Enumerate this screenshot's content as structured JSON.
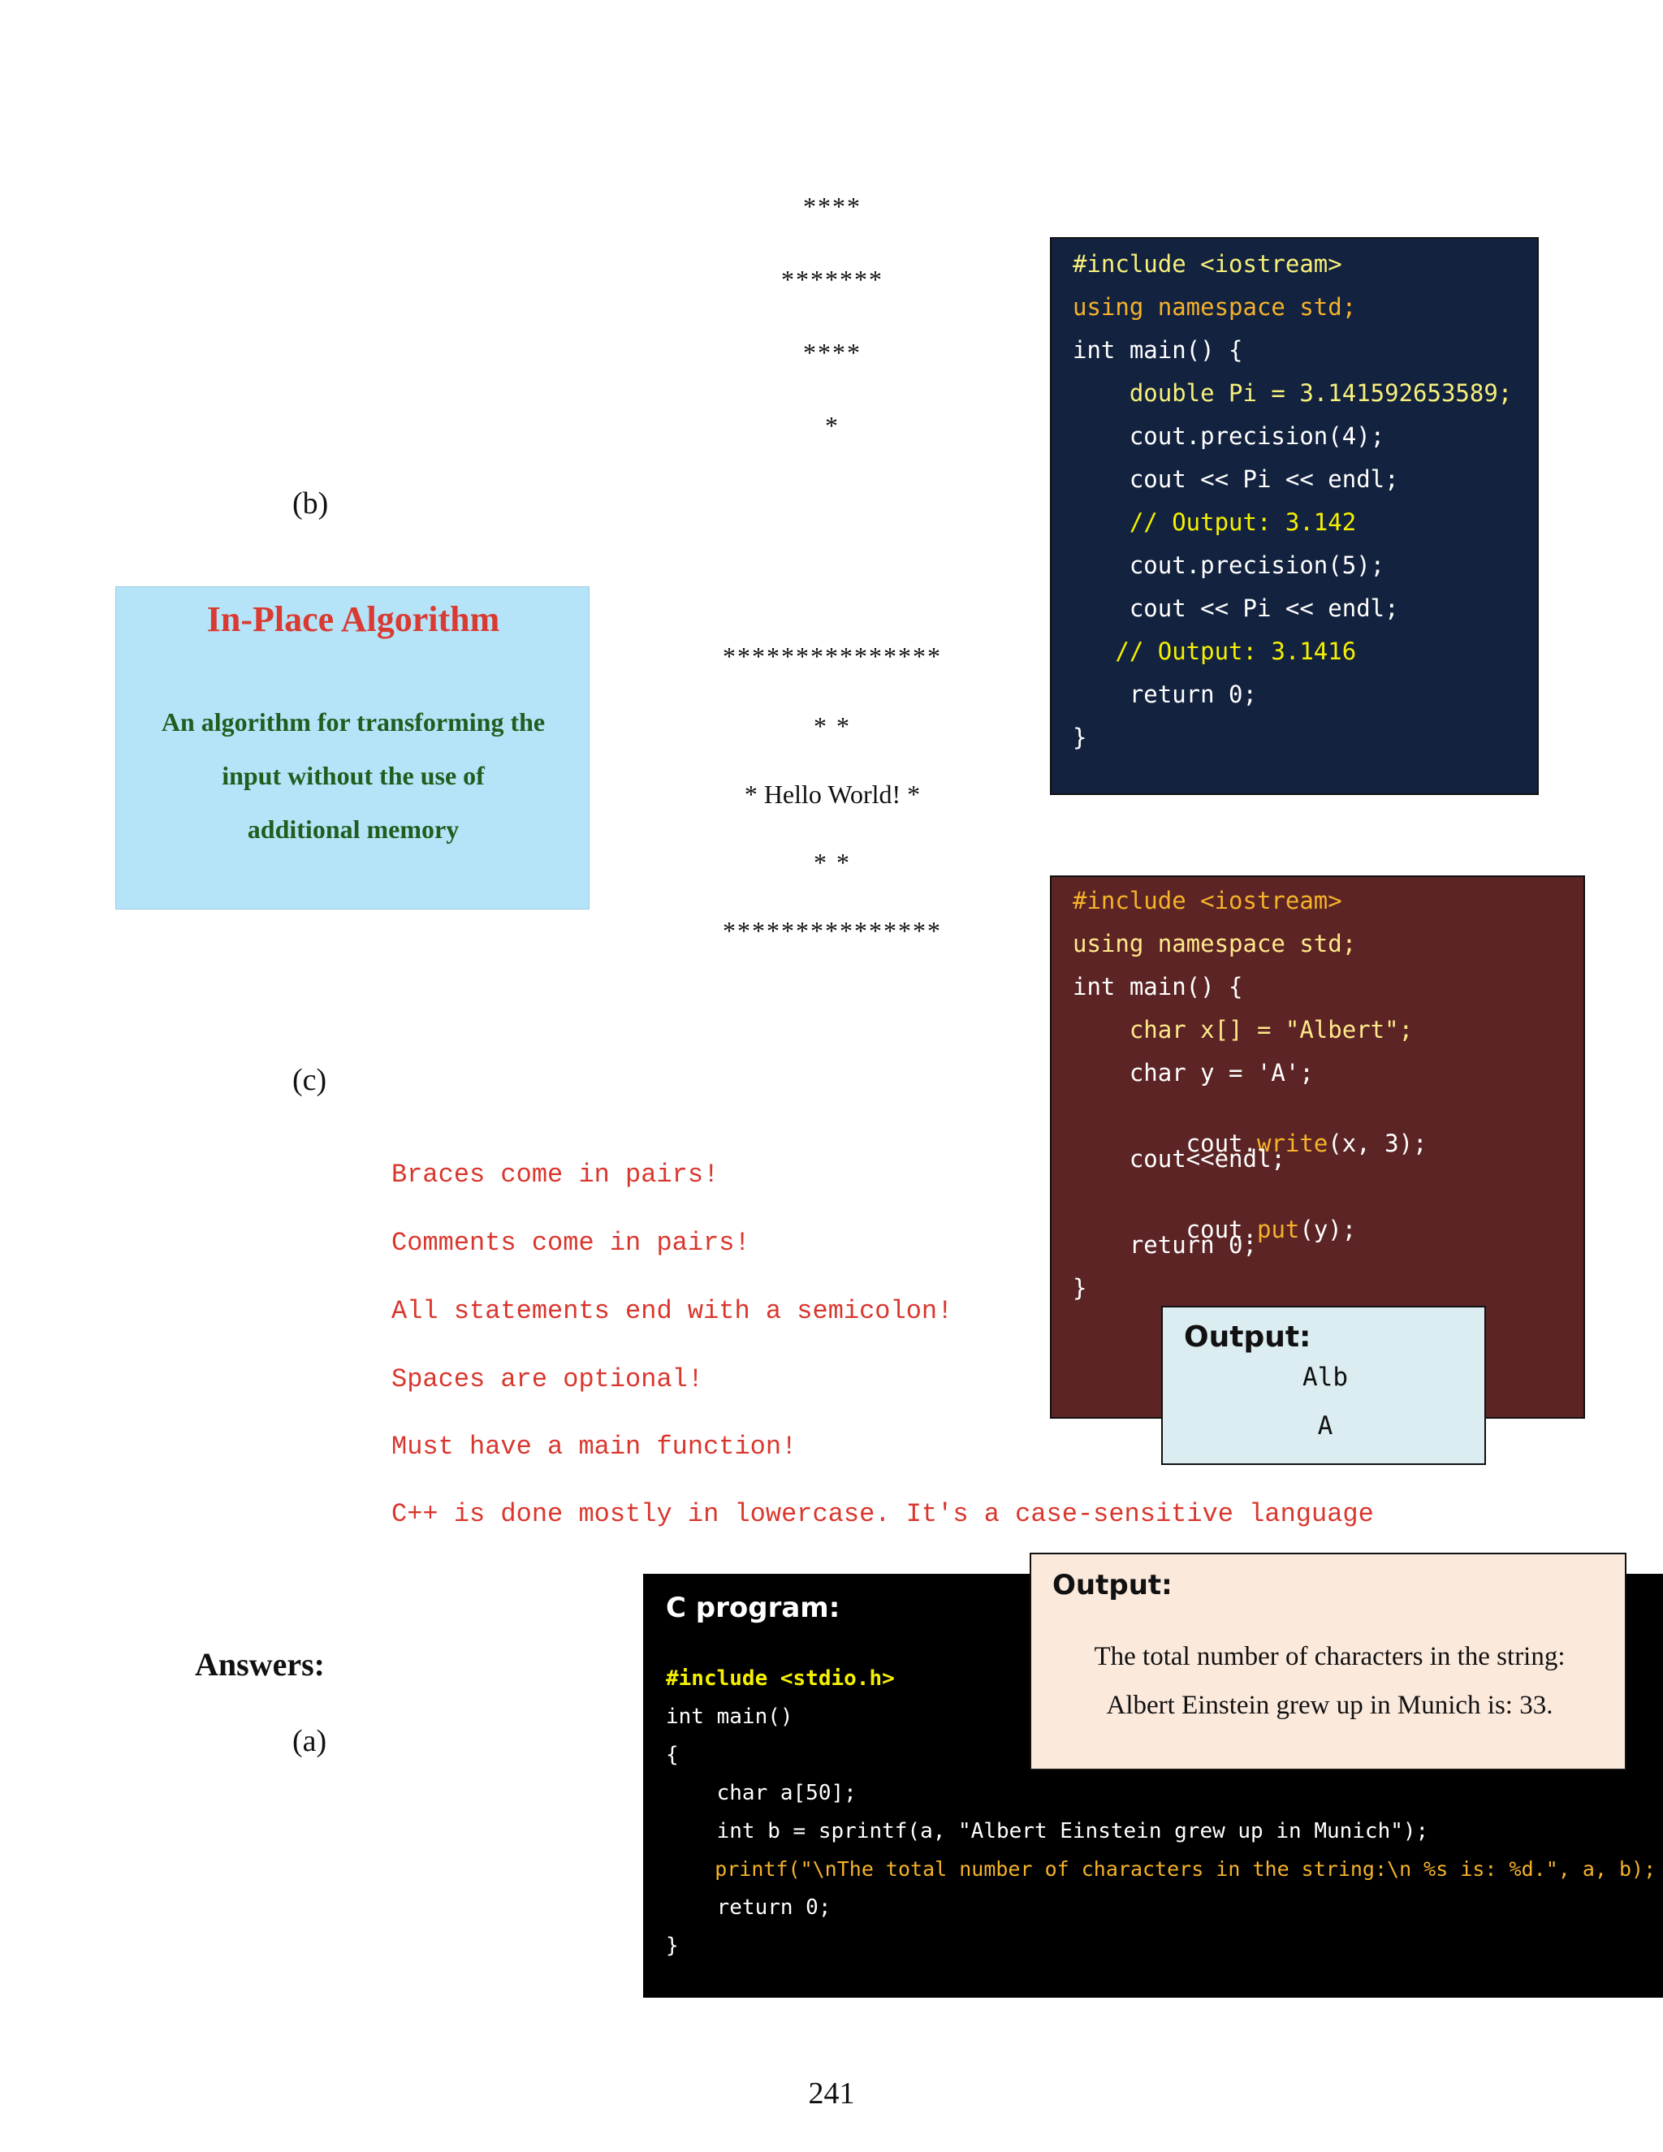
{
  "star_pattern_top": [
    "****",
    "*******",
    "****",
    "*"
  ],
  "label_b": "(b)",
  "in_place_box": {
    "title": "In-Place Algorithm",
    "lines": [
      "An algorithm for transforming the",
      "input without the use of",
      "additional memory"
    ]
  },
  "hello_box": {
    "border_top": "***************",
    "blank_1": "* *",
    "middle": "* Hello World! *",
    "blank_2": "* *",
    "border_bottom": "***************"
  },
  "code_precision": {
    "lines": [
      "#include <iostream>",
      "using namespace std;",
      "int main() {",
      "    double Pi = 3.141592653589;",
      "    cout.precision(4);",
      "    cout << Pi << endl;",
      "    // Output: 3.142",
      "    cout.precision(5);",
      "    cout << Pi << endl;",
      "   // Output: 3.1416",
      "    return 0;",
      "}"
    ]
  },
  "code_write_put": {
    "line1": "#include <iostream>",
    "line2": "using namespace std;",
    "line3": "int main() {",
    "line4": "    char x[] = \"Albert\";",
    "line5": "    char y = 'A';",
    "line6_a": "    cout.",
    "line6_b": "write",
    "line6_c": "(x, 3);",
    "line7": "    cout<<endl;",
    "line8_a": "    cout.",
    "line8_b": "put",
    "line8_c": "(y);",
    "line9": "    return 0;",
    "line10": "}"
  },
  "output_box_1": {
    "title": "Output:",
    "lines": [
      "Alb",
      "A"
    ]
  },
  "label_c": "(c)",
  "rules": [
    "Braces come in pairs!",
    "Comments come in pairs!",
    "All statements end with a semicolon!",
    "Spaces are optional!",
    "Must have a main function!",
    "C++ is done mostly in lowercase. It's a case-sensitive language"
  ],
  "c_program": {
    "title": "C program:",
    "lines": [
      "#include <stdio.h>",
      "int main()",
      "{",
      "    char a[50];",
      "    int b = sprintf(a, \"Albert Einstein grew up in Munich\");",
      "    printf(\"\\nThe total number of characters in the string:\\n %s is: %d.\", a, b);",
      "    return 0;",
      "}"
    ]
  },
  "output_box_2": {
    "title": "Output:",
    "lines": [
      "The total number of characters in the string:",
      "Albert Einstein grew up in Munich is: 33."
    ]
  },
  "answers_label": "Answers:",
  "label_a": "(a)",
  "page_number": "241",
  "colors": {
    "navy_code_bg": "#13223f",
    "maroon_code_bg": "#5c2424",
    "light_blue_box": "#b5e3f8",
    "title_red": "#d93a32",
    "body_green": "#1f5e1f",
    "output1_bg": "#dbedf1",
    "output2_bg": "#fbe9dc",
    "rule_red": "#d9372e"
  }
}
